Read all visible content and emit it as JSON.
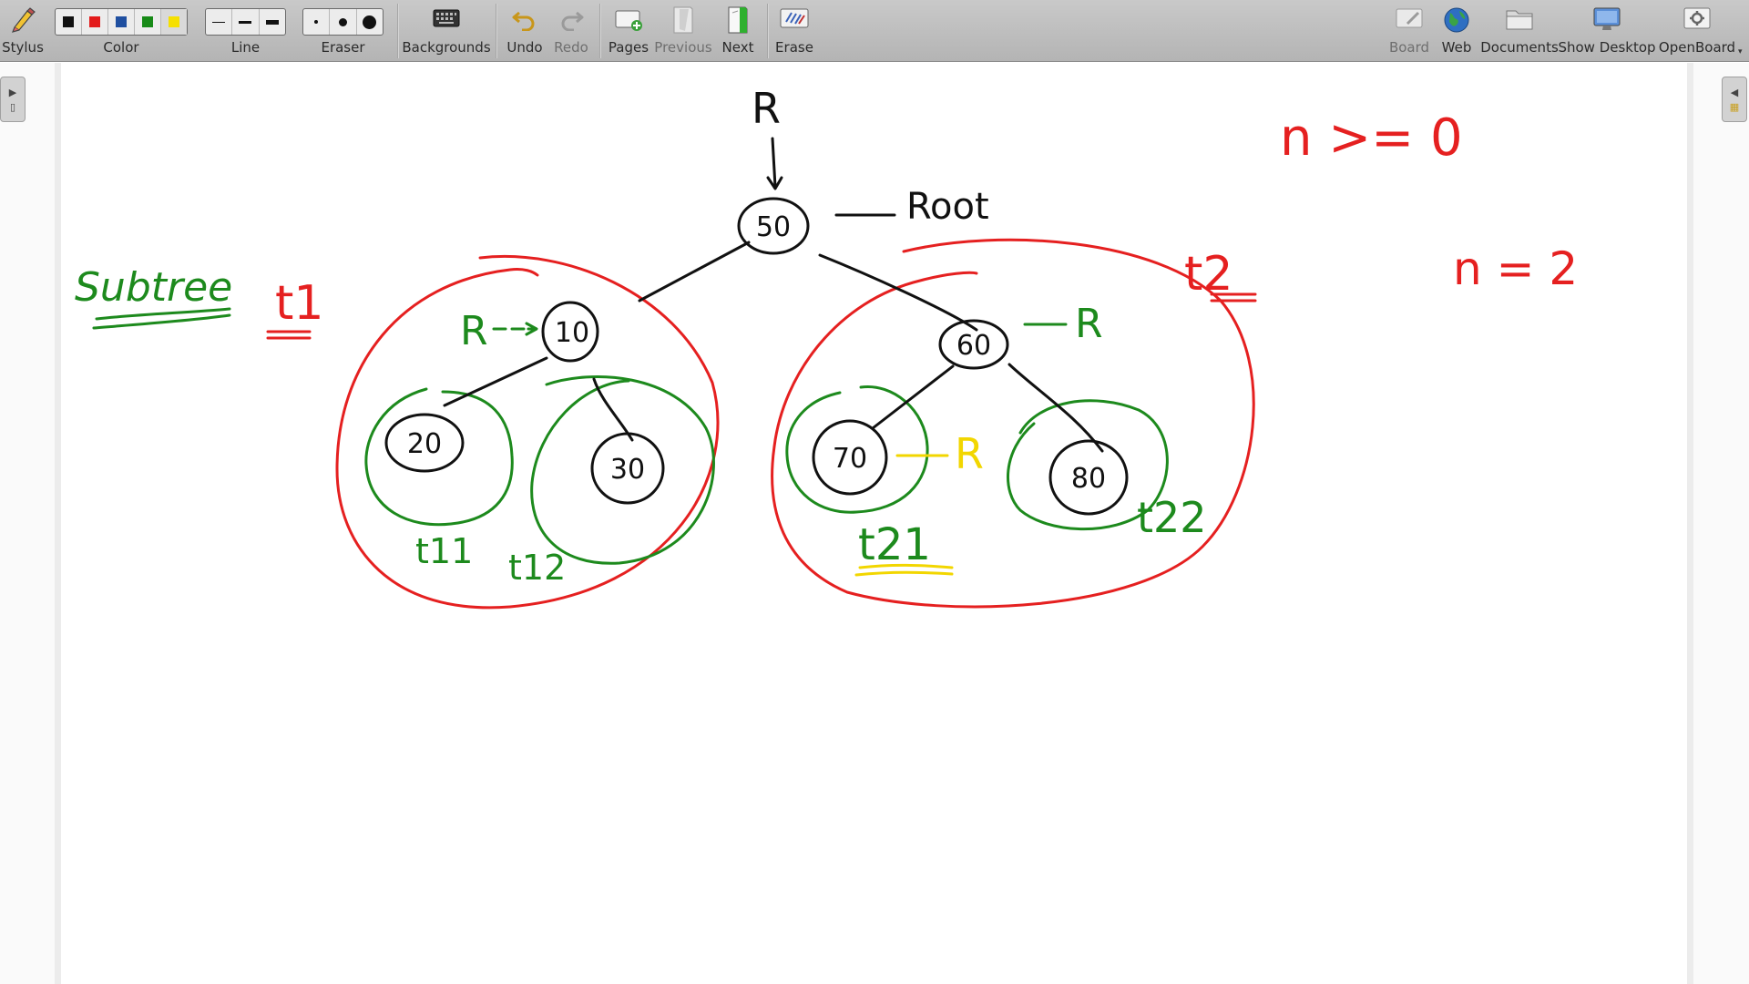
{
  "toolbar": {
    "left_items": [
      {
        "label": "Stylus",
        "icon": "stylus-icon"
      },
      {
        "label": "Color",
        "icon": "color-palette"
      },
      {
        "label": "Line",
        "icon": "line-width-palette"
      },
      {
        "label": "Eraser",
        "icon": "eraser-palette"
      },
      {
        "label": "Backgrounds",
        "icon": "keyboard-icon"
      },
      {
        "label": "Undo",
        "icon": "undo-icon"
      },
      {
        "label": "Redo",
        "icon": "redo-icon",
        "disabled": true
      },
      {
        "label": "Pages",
        "icon": "add-page-icon"
      },
      {
        "label": "Previous",
        "icon": "previous-page-icon",
        "disabled": true
      },
      {
        "label": "Next",
        "icon": "next-page-icon"
      },
      {
        "label": "Erase",
        "icon": "erase-board-icon"
      }
    ],
    "right_items": [
      {
        "label": "Board",
        "icon": "board-icon",
        "disabled": true
      },
      {
        "label": "Web",
        "icon": "globe-icon"
      },
      {
        "label": "Documents",
        "icon": "folder-icon"
      },
      {
        "label": "Show Desktop",
        "icon": "monitor-icon"
      },
      {
        "label": "OpenBoard",
        "icon": "settings-icon"
      }
    ],
    "colors": [
      "#111111",
      "#e31b1b",
      "#1f4fa0",
      "#178a17",
      "#f5e000"
    ],
    "selected_color": "#f5e000"
  },
  "board": {
    "ink_colors": {
      "black": "#111111",
      "red": "#e52020",
      "green": "#1d8a1d",
      "yellow": "#f2d600"
    },
    "nodes": [
      "50",
      "10",
      "20",
      "30",
      "60",
      "70",
      "80"
    ],
    "labels": {
      "top_r": "R",
      "root": "Root",
      "subtree": "Subtree",
      "t1": "t1",
      "t2": "t2",
      "t11": "t11",
      "t12": "t12",
      "t21": "t21",
      "t22": "t22",
      "r_left": "R",
      "r_right": "R",
      "r_yellow": "R"
    },
    "formulas": {
      "f1": "n >= 0",
      "f2": "n = 2"
    }
  }
}
